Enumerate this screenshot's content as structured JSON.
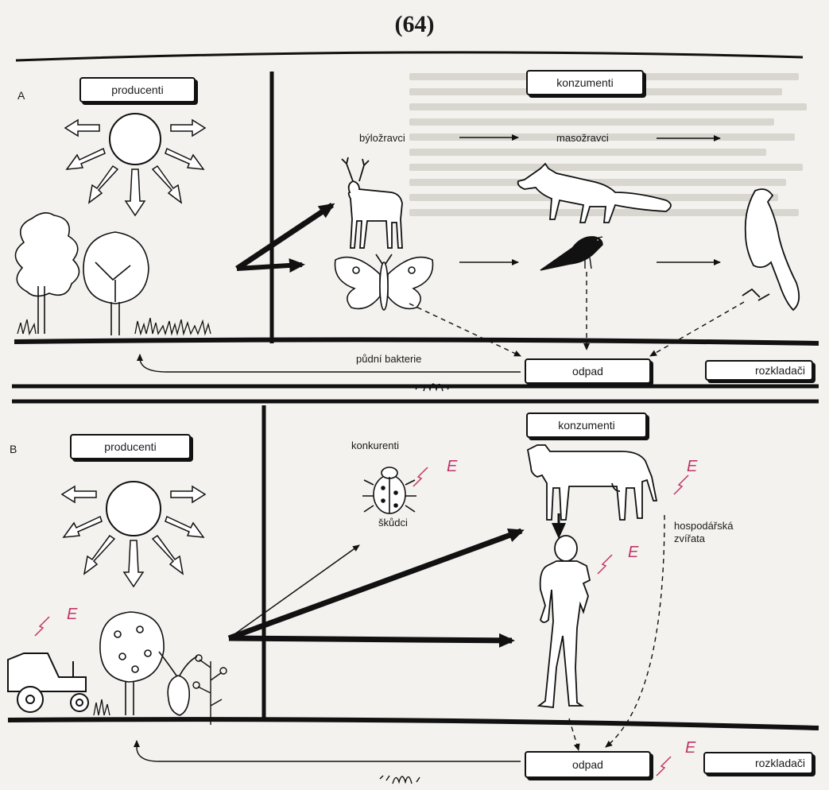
{
  "page_number": "(64)",
  "panel_a": {
    "letter": "A",
    "producers_label": "producenti",
    "consumers_label": "konzumenti",
    "herbivores_label": "býložravci",
    "carnivores_label": "masožravci",
    "soil_bacteria_label": "půdní bakterie",
    "waste_label": "odpad",
    "decomposers_label": "rozkladači"
  },
  "panel_b": {
    "letter": "B",
    "producers_label": "producenti",
    "consumers_label": "konzumenti",
    "competitors_label": "konkurenti",
    "pests_label": "škůdci",
    "livestock_label": "hospodářská\nzvířata",
    "waste_label": "odpad",
    "decomposers_label": "rozkladači",
    "energy_symbol": "E"
  },
  "colors": {
    "ink": "#111111",
    "energy": "#c0356a",
    "paper": "#f4f2ee"
  }
}
